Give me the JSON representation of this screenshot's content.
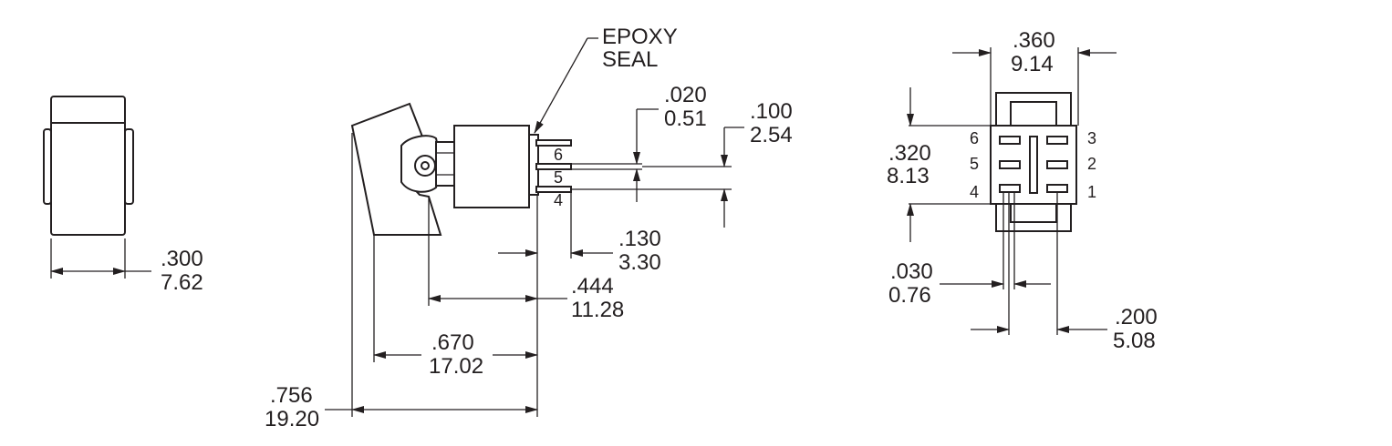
{
  "colors": {
    "line": "#231f20",
    "background": "#ffffff"
  },
  "labels": {
    "epoxy_line1": "EPOXY",
    "epoxy_line2": "SEAL"
  },
  "dimensions": {
    "front_width": {
      "inch": ".300",
      "mm": "7.62"
    },
    "terminal_thk": {
      "inch": ".020",
      "mm": "0.51"
    },
    "terminal_pitch": {
      "inch": ".100",
      "mm": "2.54"
    },
    "terminal_len": {
      "inch": ".130",
      "mm": "3.30"
    },
    "pivot_to_end": {
      "inch": ".444",
      "mm": "11.28"
    },
    "body_length": {
      "inch": ".670",
      "mm": "17.02"
    },
    "overall_length": {
      "inch": ".756",
      "mm": "19.20"
    },
    "base_width": {
      "inch": ".360",
      "mm": "9.14"
    },
    "base_height": {
      "inch": ".320",
      "mm": "8.13"
    },
    "terminal_width": {
      "inch": ".030",
      "mm": "0.76"
    },
    "row_spacing": {
      "inch": ".200",
      "mm": "5.08"
    }
  },
  "side_pins": [
    "6",
    "5",
    "4"
  ],
  "bottom_pins_left": [
    "6",
    "5",
    "4"
  ],
  "bottom_pins_right": [
    "3",
    "2",
    "1"
  ]
}
